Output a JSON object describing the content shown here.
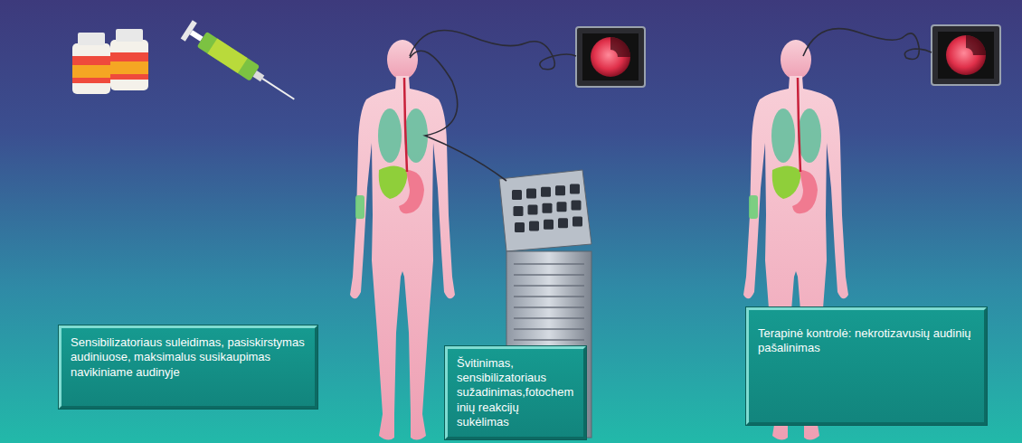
{
  "diagram": {
    "nodes": [
      {
        "text": [
          "Sensibilizatoriaus suleidimas, pasiskirstymas audiniuose, maksimalus susikaupimas navikiniame audinyje"
        ]
      },
      {
        "text": [
          "Švitinimas, sensibilizatoriaus sužadinimas,fotocheminių reakcijų sukėlimas"
        ]
      },
      {
        "text": [
          "Terapinė kontrolė: nekrotizavusių audinių pašalinimas"
        ]
      }
    ]
  }
}
